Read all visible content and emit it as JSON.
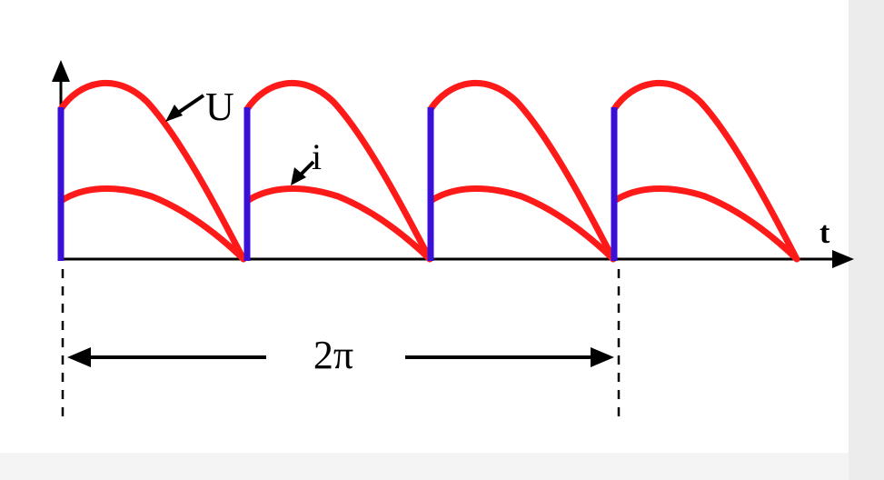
{
  "labels": {
    "voltage": "U",
    "current": "i",
    "time_axis": "t",
    "period": "2π"
  },
  "colors": {
    "background": "#ffffff",
    "axis": "#000000",
    "waveform": "#ff1a1a",
    "pulse": "#3a10d8",
    "strip": "#ececec"
  },
  "waveform": {
    "cycles": 4,
    "cycles_per_period": 3
  }
}
